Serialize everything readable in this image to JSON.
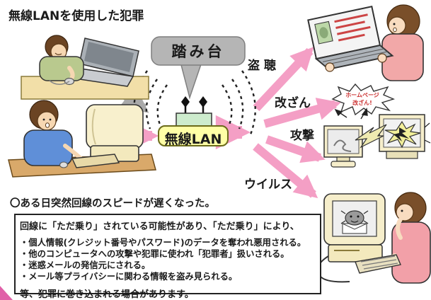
{
  "title": "無線LANを使用した犯罪",
  "hub": {
    "bubble_label": "踏み台",
    "router_label": "無線LAN"
  },
  "threats": [
    {
      "id": "eavesdropping",
      "label": "盗 聴"
    },
    {
      "id": "tampering",
      "label": "改ざん"
    },
    {
      "id": "attack",
      "label": "攻撃"
    },
    {
      "id": "virus",
      "label": "ウイルス"
    }
  ],
  "tamper_burst": {
    "line1": "ホームページ",
    "line2": "改ざん!"
  },
  "symptom": "〇ある日突然回線のスピードが遅くなった。",
  "infobox": {
    "intro": "回線に「ただ乗り」されている可能性があり、「ただ乗り」により、",
    "bullets": [
      "・個人情報(クレジット番号やパスワード)のデータを奪われ悪用される。",
      "・他のコンピュータへの攻撃や犯罪に使われ「犯罪者」扱いされる。",
      "・迷惑メールの発信元にされる。",
      "・メール等プライバシーに関わる情報を盗み見られる。"
    ],
    "outro": "等、犯罪に巻き込まれる場合があります。"
  },
  "colors": {
    "arrow_pink": "#f49fc5",
    "arrow_gray": "#a9a9a9",
    "bubble_gray": "#b5b5b5",
    "router_green": "#cdeccd",
    "label_yellow": "#ffffa6",
    "desk_tan": "#f2dfa8",
    "desk_wood": "#d9a96a",
    "monitor_cream": "#f6eecb",
    "sweater_pink": "#f2a8a8",
    "sweater_blue": "#5f8fd8",
    "sweater_green": "#b9c98e",
    "burst_text_red": "#cc3333"
  },
  "icons": {
    "wifi-waves-icon": "dashed concentric arcs",
    "antenna-icon": "line with diamond tip",
    "speech-bubble-icon": "gray rounded callout",
    "virus-bug-icon": "gray bug on envelope",
    "envelope-icon": "white envelope",
    "explosion-icon": "yellow starburst",
    "lightning-icon": "pale yellow zap bolt",
    "id-card-icon": "green photo with red text lines"
  }
}
